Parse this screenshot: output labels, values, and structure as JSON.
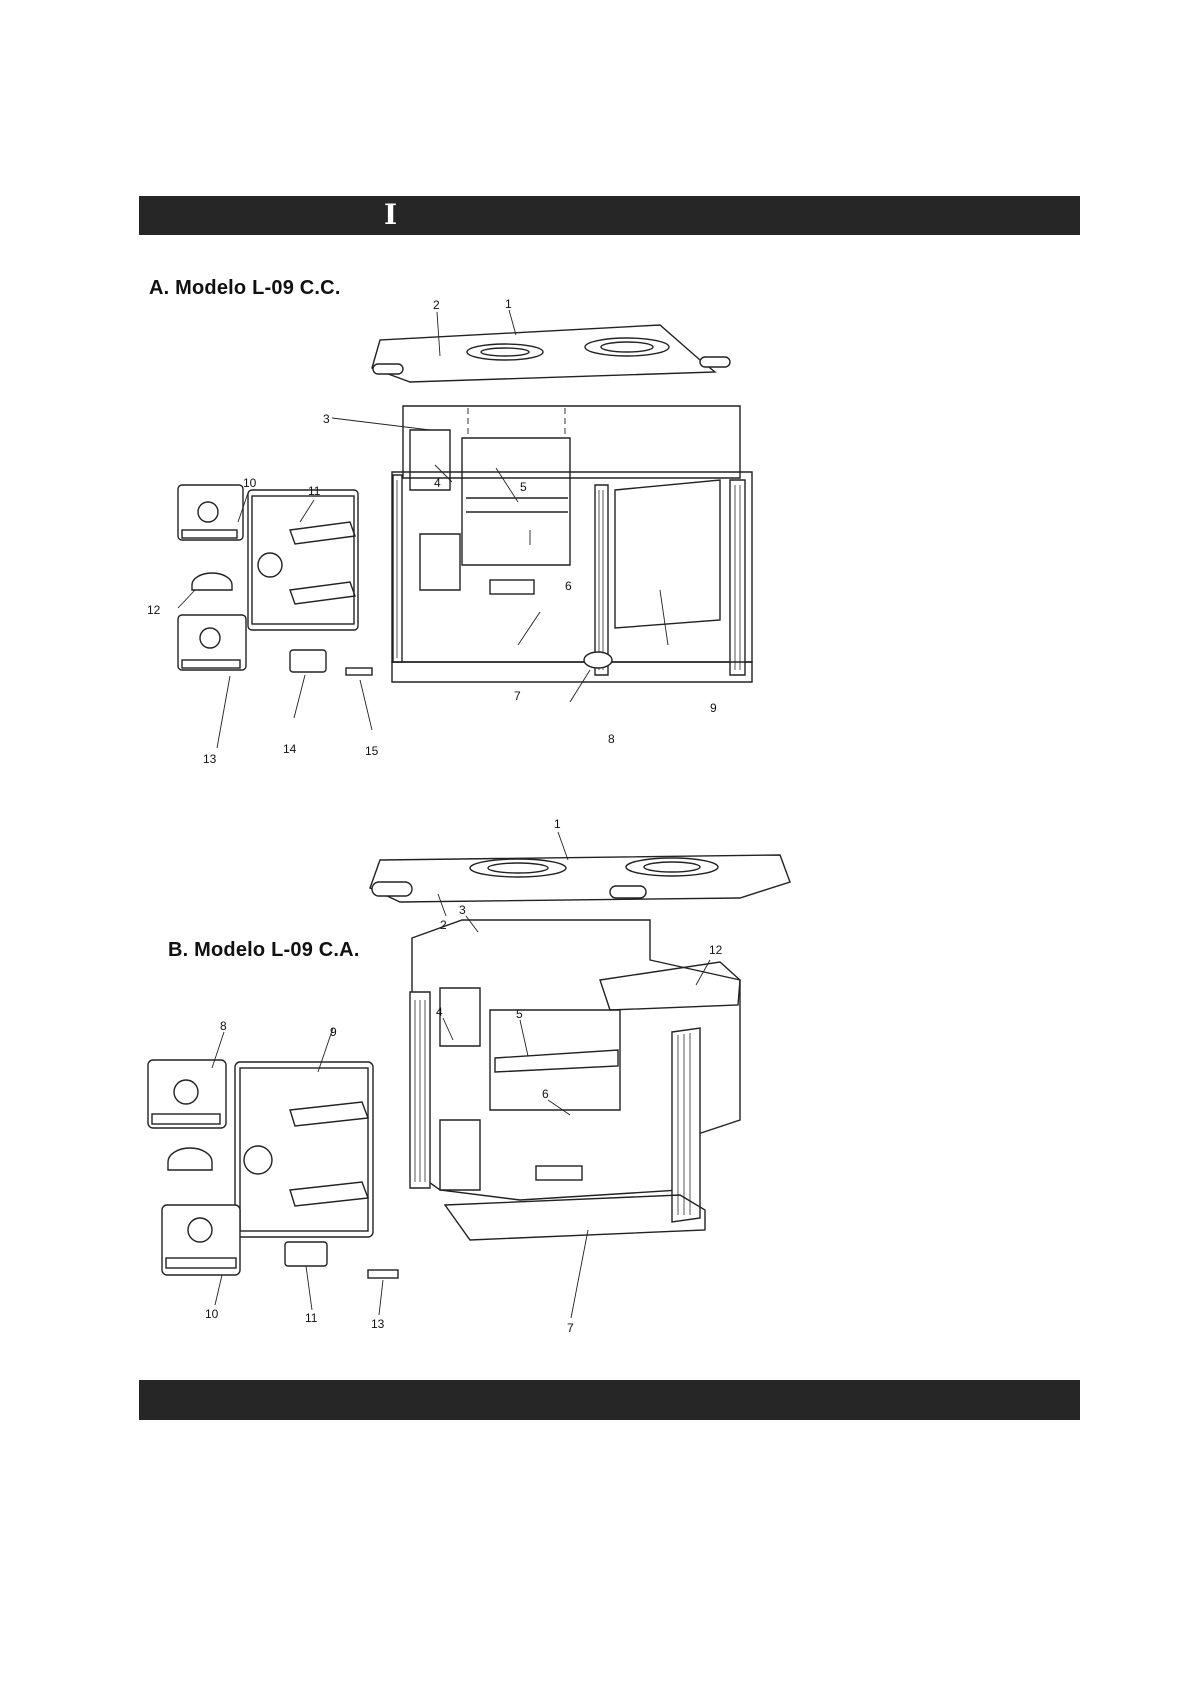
{
  "header_bar": {
    "title": "I"
  },
  "footer_bar": {
    "title": ""
  },
  "section_a": {
    "heading": "A. Modelo L-09 C.C.",
    "callouts": [
      "1",
      "2",
      "3",
      "4",
      "5",
      "6",
      "7",
      "8",
      "9",
      "10",
      "11",
      "12",
      "13",
      "14",
      "15"
    ]
  },
  "section_b": {
    "heading": "B. Modelo L-09 C.A.",
    "callouts": [
      "1",
      "2",
      "3",
      "4",
      "5",
      "6",
      "7",
      "8",
      "9",
      "10",
      "11",
      "12",
      "13"
    ]
  }
}
